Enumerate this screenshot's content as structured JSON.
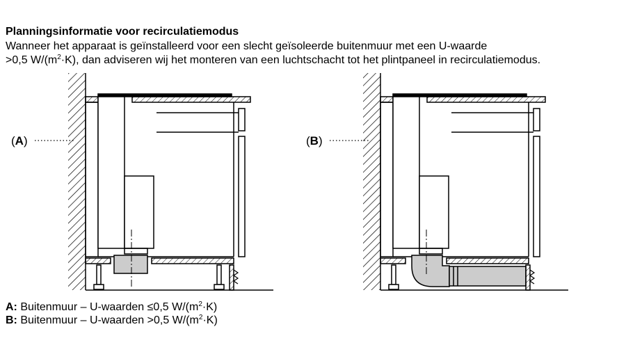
{
  "heading": "Planningsinformatie voor recirculatiemodus",
  "intro": {
    "line1": "Wanneer het apparaat is geïnstalleerd voor een slecht geïsoleerde buitenmuur met een U-waarde",
    "line2_before": ">0,5 W/(m",
    "line2_sup": "2",
    "line2_after": "·K), dan adviseren wij het monteren van een luchtschacht tot het plintpaneel in recirculatiemodus."
  },
  "diagram_a": {
    "label_open": "(",
    "label_letter": "A",
    "label_close": ")"
  },
  "diagram_b": {
    "label_open": "(",
    "label_letter": "B",
    "label_close": ")"
  },
  "legend": [
    {
      "key": "A:",
      "text_before": " Buitenmuur – U-waarden ≤0,5 W/(m",
      "sup": "2",
      "text_after": "·K)"
    },
    {
      "key": "B:",
      "text_before": " Buitenmuur – U-waarden >0,5 W/(m",
      "sup": "2",
      "text_after": "·K)"
    }
  ],
  "colors": {
    "line": "#000000",
    "duct": "#cccccc",
    "background": "#ffffff"
  }
}
